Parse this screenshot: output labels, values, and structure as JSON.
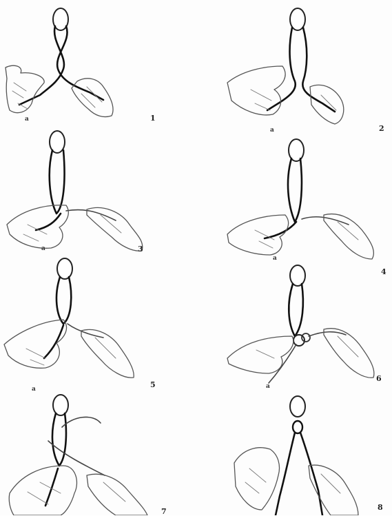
{
  "steps": [
    {
      "number": "1",
      "tag": "a"
    },
    {
      "number": "2",
      "tag": "a"
    },
    {
      "number": "3",
      "tag": "a"
    },
    {
      "number": "4",
      "tag": "a"
    },
    {
      "number": "5",
      "tag": "a"
    },
    {
      "number": "6",
      "tag": "a"
    },
    {
      "number": "7",
      "tag": ""
    },
    {
      "number": "8",
      "tag": ""
    }
  ]
}
